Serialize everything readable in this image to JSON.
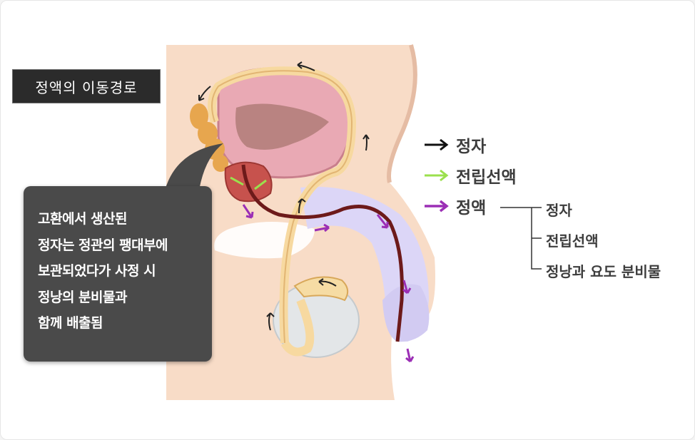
{
  "title": "정액의 이동경로",
  "callout": {
    "lines": [
      "고환에서 생산된",
      "정자는 정관의 팽대부에",
      "보관되었다가 사정 시",
      "정낭의 분비물과",
      "함께 배출됨"
    ]
  },
  "legend": {
    "sperm": {
      "label": "정자",
      "color": "#111111"
    },
    "pre_ejaculate": {
      "label": "전립선액",
      "color": "#9be04d"
    },
    "semen": {
      "label": "정액",
      "color": "#9b2fb5",
      "components": [
        "정자",
        "전립선액",
        "정낭과 요도 분비물"
      ]
    }
  },
  "icons": [
    "black-arrow-icon",
    "green-arrow-icon",
    "purple-arrow-icon"
  ]
}
